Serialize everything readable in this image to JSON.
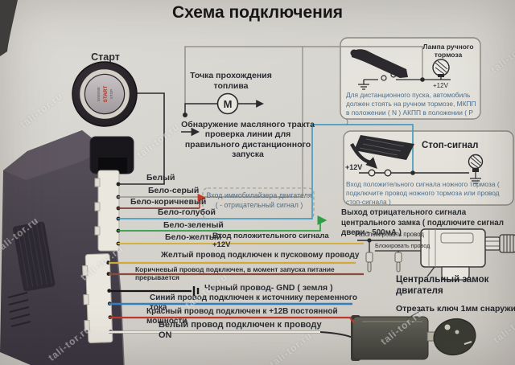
{
  "title": "Схема подключения",
  "watermark": {
    "text": "tali-tor.ru"
  },
  "start": {
    "label": "Старт",
    "engrave1": "ENGINE",
    "engrave2": "START",
    "engrave3": "STOP"
  },
  "fuel": {
    "point": "Точка прохождения топлива",
    "motor": "M",
    "detect": "Обнаружение масляного тракта проверка линии для правильного дистанционного запуска"
  },
  "handbrake": {
    "lamp": "Лампа ручного тормоза",
    "voltage": "+12V",
    "caption": "Для дистанционного пуска, автомобиль должен стоять на ручном тормозе, МКПП в положении ( N )  АКПП в положении ( P )"
  },
  "brake": {
    "voltage": "+12V",
    "lamp": "Стоп-сигнал",
    "caption": "Вход положительного сигнала ножного тормоза ( подключите провод ножного тормоза или провод стоп-сигнала )"
  },
  "wires_upper": [
    {
      "label": "Белый",
      "color": "#f2f0ea"
    },
    {
      "label": "Бело-серый",
      "color": "#97948b"
    },
    {
      "label": "Бело-коричневый",
      "color": "#7c4134",
      "note": "Вход иммобилайзера двигателя ( - отрицательный сигнал )"
    },
    {
      "label": "Бело-голубой",
      "color": "#4a9cc4"
    },
    {
      "label": "Бело-зеленый",
      "color": "#2f9e44"
    },
    {
      "label": "Бело-желтый",
      "color": "#d3b13e",
      "note": "Вход положительного сигнала +12V"
    }
  ],
  "central_lock": {
    "out_note": "Выход отрицательного сигнала центрального замка ( подключите сигнал двери - 500мА )",
    "unlock": "Разблокировать провод",
    "lock": "Блокировать провод",
    "device": "Центральный замок двигателя"
  },
  "wires_lower": [
    {
      "label": "Желтый провод подключен к пусковому проводу",
      "color": "#d3a83a"
    },
    {
      "label": "Коричневый провод подключен, в момент запуска питание прерывается",
      "color": "#8a4a38"
    },
    {
      "label": "Черный провод- GND ( земля )",
      "color": "#17171a"
    },
    {
      "label": "Синий провод подключен к источнику переменного тока",
      "color": "#2f7fc1"
    },
    {
      "label": "Красный провод подключен к +12В постоянной мощности",
      "color": "#c03a2b"
    },
    {
      "label": "Белый провод подключен к проводу ON",
      "color": "#efede6"
    }
  ],
  "key_module": {
    "note": "Отрезать ключ 1мм снаружи"
  }
}
